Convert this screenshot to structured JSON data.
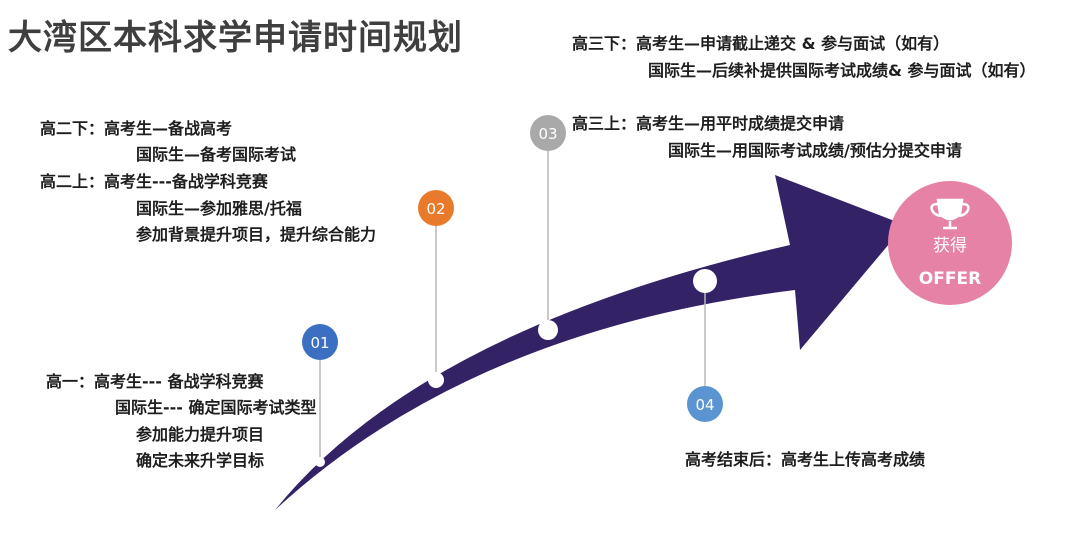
{
  "title": "大湾区本科求学申请时间规划",
  "stages": [
    {
      "badge": "01",
      "color": "#3b6fc2",
      "lines": [
        "高一：高考生--- 备战学科竞赛",
        "国际生--- 确定国际考试类型",
        "参加能力提升项目",
        "确定未来升学目标"
      ]
    },
    {
      "badge": "02",
      "color": "#ea7a2b",
      "lines": [
        "高二下：高考生—备战高考",
        "国际生—备考国际考试",
        "高二上：高考生---备战学科竞赛",
        "国际生—参加雅思/托福",
        "参加背景提升项目，提升综合能力"
      ]
    },
    {
      "badge": "03",
      "color": "#a9a9a9",
      "lines": [
        "高三上：高考生—用平时成绩提交申请",
        "国际生—用国际考试成绩/预估分提交申请",
        "高三下：高考生—申请截止递交 & 参与面试（如有）",
        "国际生—后续补提供国际考试成绩& 参与面试（如有）"
      ]
    },
    {
      "badge": "04",
      "color": "#5a95d2",
      "lines": [
        "高考结束后：高考生上传高考成绩"
      ]
    }
  ],
  "offer": {
    "cn": "获得",
    "en": "OFFER",
    "icon": "trophy-icon",
    "color": "#e582a6"
  },
  "arrow_color": "#332266"
}
